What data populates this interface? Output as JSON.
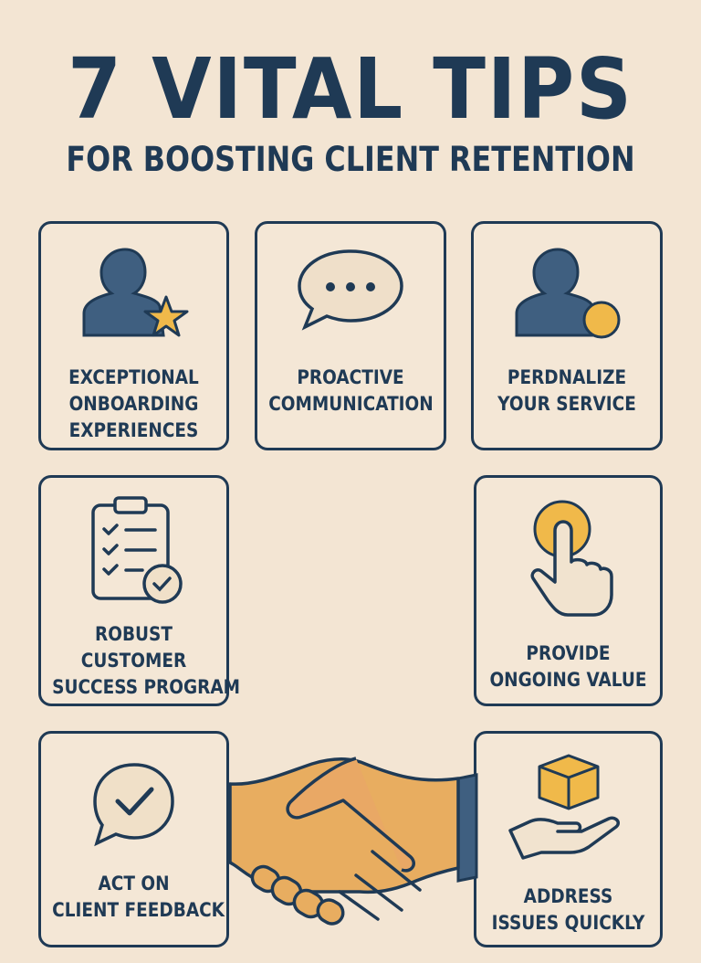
{
  "title": "7 VITAL TIPS",
  "subtitle": "FOR BOOSTING CLIENT RETENTION",
  "colors": {
    "background": "#f3e5d3",
    "navy": "#1f3a55",
    "blue": "#3f5f80",
    "yellow": "#f0b94a",
    "skin": "#e8ad60"
  },
  "tips": [
    {
      "icon": "user-star-icon",
      "lines": [
        "EXCEPTIONAL",
        "ONBOARDING",
        "EXPERIENCES"
      ]
    },
    {
      "icon": "speech-bubble-icon",
      "lines": [
        "PROACTIVE",
        "COMMUNICATION"
      ]
    },
    {
      "icon": "user-circle-icon",
      "lines": [
        "PERDNALIZE",
        "YOUR SERVICE"
      ]
    },
    {
      "icon": "clipboard-check-icon",
      "lines": [
        "ROBUST",
        "CUSTOMER",
        "SUCCESS PROGRAM"
      ]
    },
    {
      "icon": "hand-pointer-icon",
      "lines": [
        "PROVIDE",
        "ONGOING VALUE"
      ]
    },
    {
      "icon": "chat-check-icon",
      "lines": [
        "ACT ON",
        "CLIENT FEEDBACK"
      ]
    },
    {
      "icon": "hand-box-icon",
      "lines": [
        "ADDRESS",
        "ISSUES QUICKLY"
      ]
    }
  ]
}
